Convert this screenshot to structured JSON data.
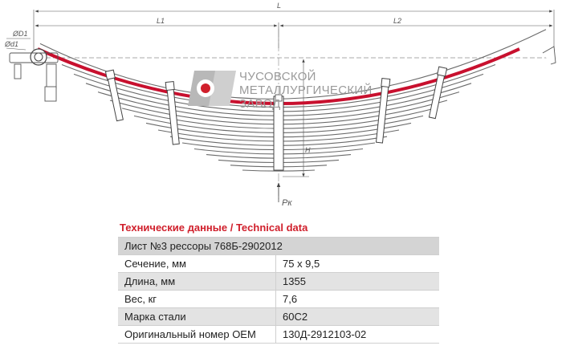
{
  "drawing": {
    "dims": {
      "L": "L",
      "L1": "L1",
      "L2": "L2",
      "D1": "ØD1",
      "d1": "Ød1",
      "H": "H",
      "Pk": "Pк"
    }
  },
  "logo": {
    "line1": "ЧУСОВСКОЙ",
    "line2": "МЕТАЛЛУРГИЧЕСКИЙ",
    "line3": "ЗАВОД",
    "accent_color": "#d01f2b",
    "gray_color": "#a8a8a8"
  },
  "spec": {
    "title": "Технические данные / Technical data",
    "header": "Лист №3 рессоры 768Б-2902012",
    "rows": [
      {
        "label": "Сечение, мм",
        "value": "75 х 9,5"
      },
      {
        "label": "Длина, мм",
        "value": "1355"
      },
      {
        "label": "Вес, кг",
        "value": "7,6"
      },
      {
        "label": "Марка стали",
        "value": "60С2"
      },
      {
        "label": "Оригинальный номер OEM",
        "value": "130Д-2912103-02"
      }
    ]
  },
  "colors": {
    "highlight_leaf": "#c8102e",
    "title": "#d01f2b"
  }
}
